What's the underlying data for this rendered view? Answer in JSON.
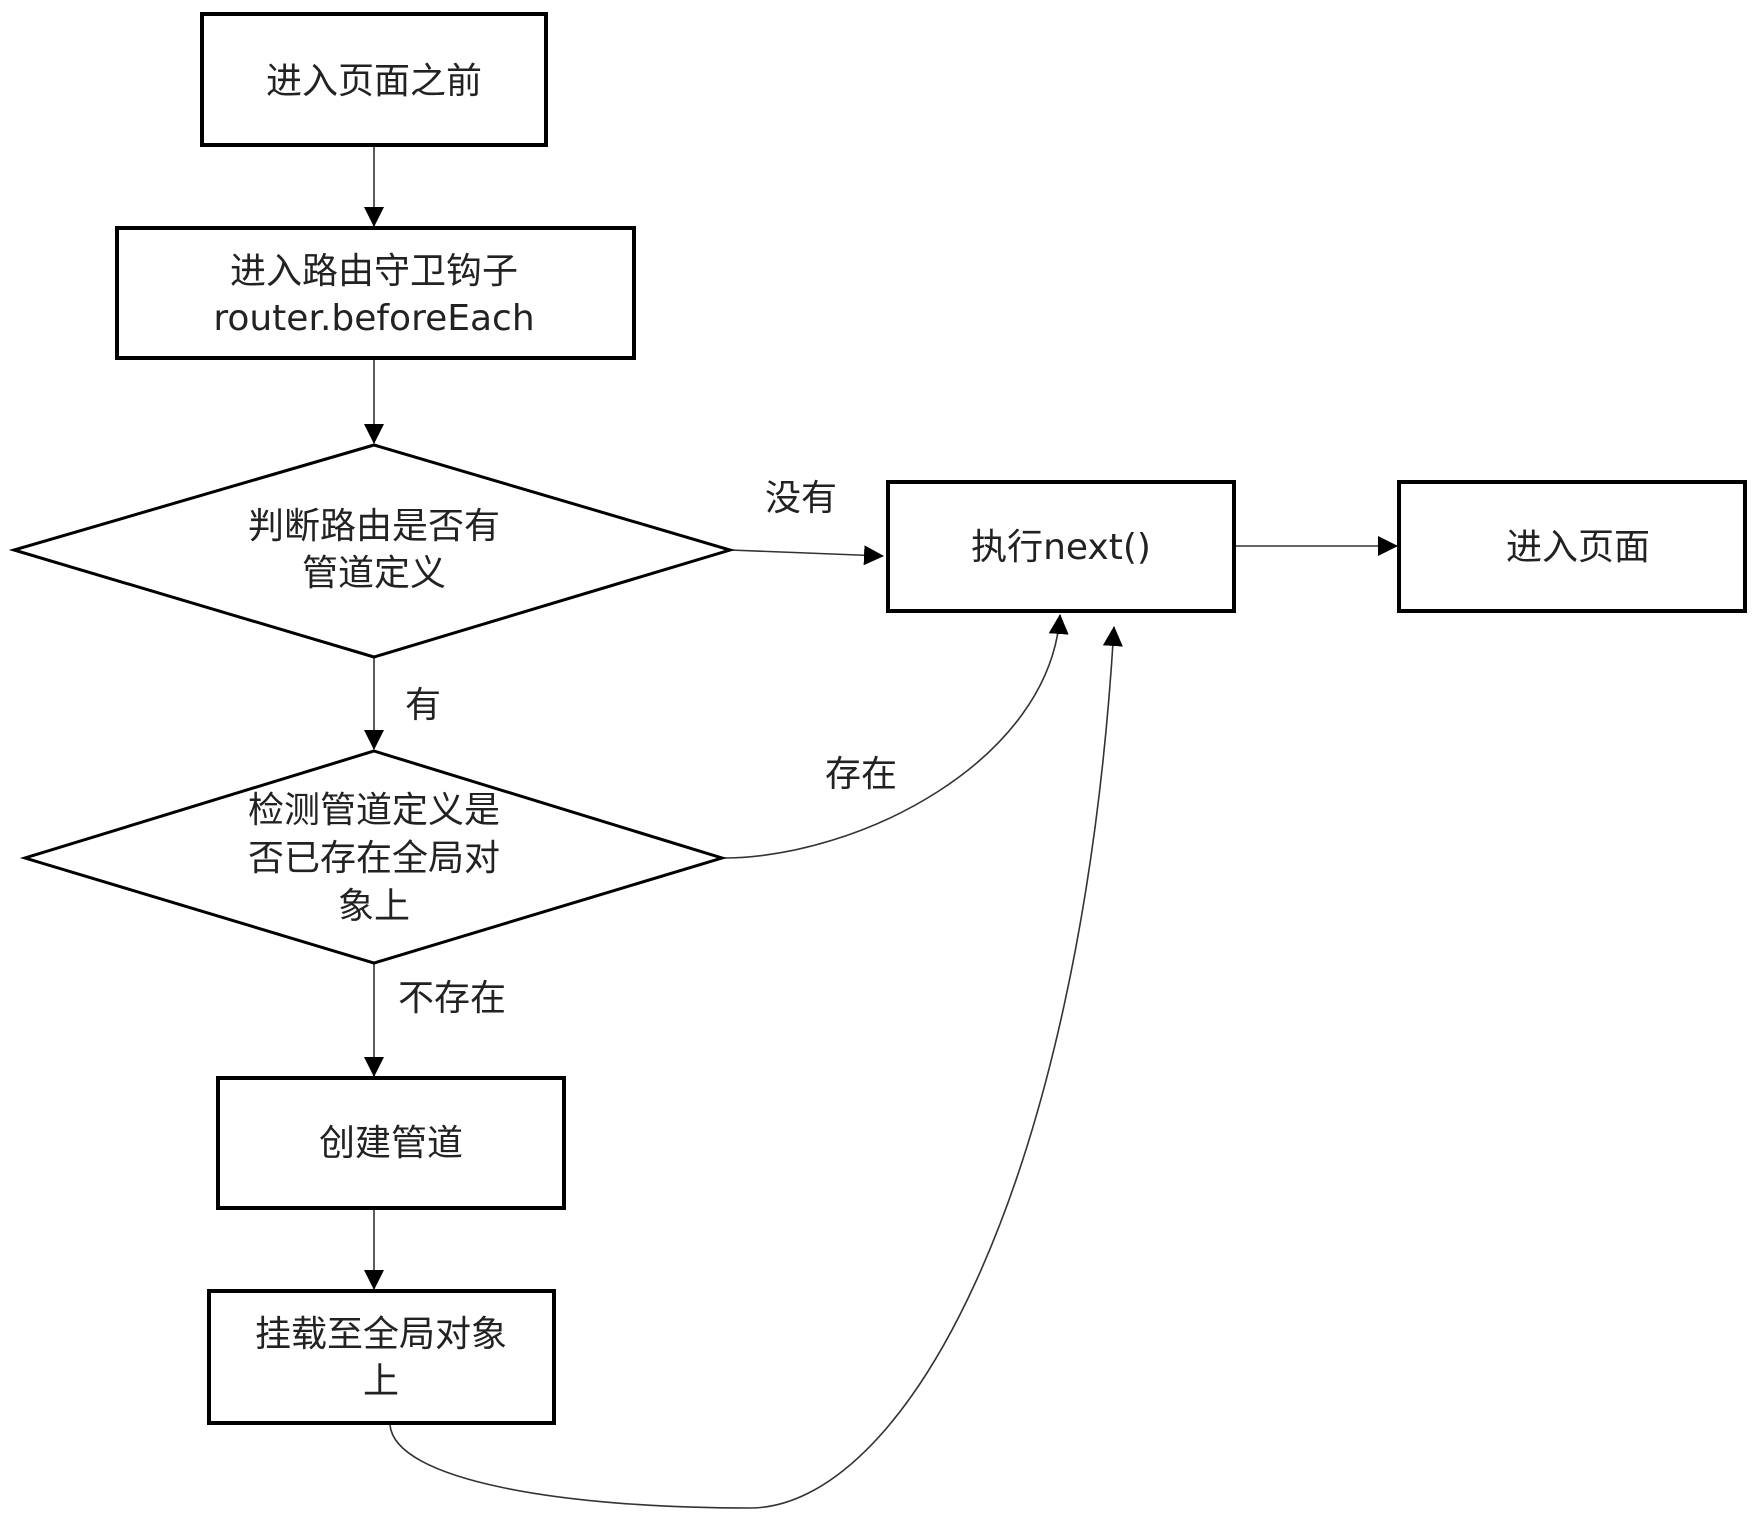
{
  "nodes": {
    "before_enter": {
      "lines": [
        "进入页面之前"
      ]
    },
    "router_guard": {
      "lines": [
        "进入路由守卫钩子",
        "router.beforeEach"
      ]
    },
    "check_pipeline_defined": {
      "lines": [
        "判断路由是否有",
        "管道定义"
      ]
    },
    "check_pipeline_exists": {
      "lines": [
        "检测管道定义是",
        "否已存在全局对",
        "象上"
      ]
    },
    "exec_next": {
      "lines": [
        "执行next()"
      ]
    },
    "enter_page": {
      "lines": [
        "进入页面"
      ]
    },
    "create_pipeline": {
      "lines": [
        "创建管道"
      ]
    },
    "mount_global": {
      "lines": [
        "挂载至全局对象",
        "上"
      ]
    }
  },
  "edge_labels": {
    "no_definition": "没有",
    "has_definition": "有",
    "exists": "存在",
    "not_exists": "不存在"
  },
  "colors": {
    "stroke": "#000000",
    "text": "#222222",
    "background": "#ffffff"
  }
}
